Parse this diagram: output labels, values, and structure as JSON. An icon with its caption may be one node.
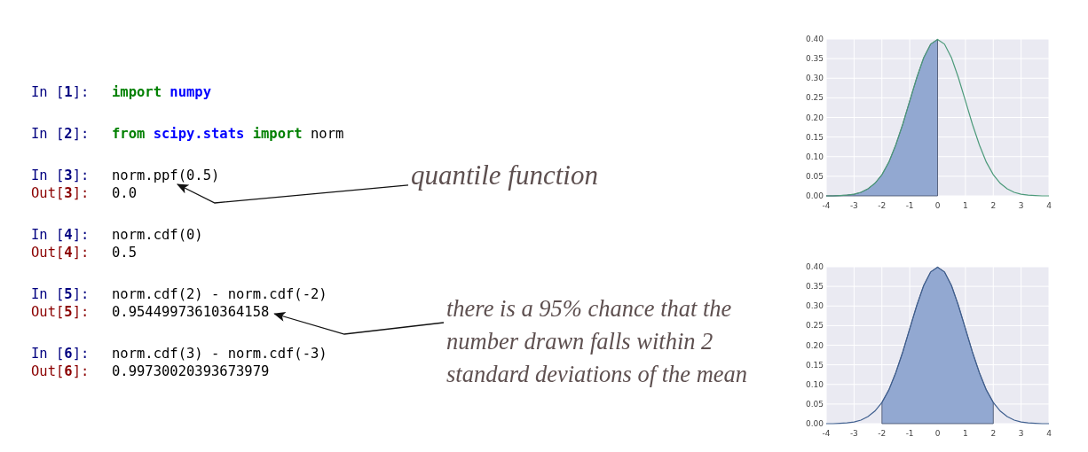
{
  "diagram": {
    "nodes": [
      {
        "text": [
          "quantile function"
        ]
      },
      {
        "text": [
          "there is a 95% chance that the number drawn falls within 2 standard deviations of the mean"
        ]
      },
      {
        "text": [
          "norm.ppf(0.5)"
        ]
      },
      {
        "text": [
          "0.95449973610364158"
        ]
      }
    ],
    "edges": [
      {
        "from": 0,
        "to": 2,
        "arrow": "to"
      },
      {
        "from": 1,
        "to": 3,
        "arrow": "to"
      }
    ],
    "labels": [
      "In [**1**]:",
      "import numpy",
      "In [**2**]:",
      "from scipy.stats import norm",
      "In [**3**]:",
      "Out[**3**]:",
      "0.0",
      "In [**4**]:",
      "norm.cdf(0)",
      "Out[**4**]:",
      "0.5",
      "In [**5**]:",
      "norm.cdf(2) - norm.cdf(-2)",
      "Out[**5**]:",
      "In [**6**]:",
      "norm.cdf(3) - norm.cdf(-3)",
      "Out[**6**]:",
      "0.99730020393673979"
    ],
    "chart_data": [
      {
        "type": "line",
        "x": [
          -4,
          -3.75,
          -3.5,
          -3.25,
          -3,
          -2.75,
          -2.5,
          -2.25,
          -2,
          -1.75,
          -1.5,
          -1.25,
          -1,
          -0.75,
          -0.5,
          -0.25,
          0,
          0.25,
          0.5,
          0.75,
          1,
          1.25,
          1.5,
          1.75,
          2,
          2.25,
          2.5,
          2.75,
          3,
          3.25,
          3.5,
          3.75,
          4
        ],
        "series": [
          {
            "type": "area",
            "color": "#92a8d1",
            "values": [
              0,
              0,
              0.001,
              0.002,
              0.004,
              0.009,
              0.018,
              0.032,
              0.054,
              0.086,
              0.13,
              0.183,
              0.242,
              0.301,
              0.352,
              0.387,
              0.399,
              null,
              null,
              null,
              null,
              null,
              null,
              null,
              null,
              null,
              null,
              null,
              null,
              null,
              null,
              null,
              null
            ]
          },
          {
            "type": "line",
            "color": "#4c9a7a",
            "values": [
              0,
              0,
              0.001,
              0.002,
              0.004,
              0.009,
              0.018,
              0.032,
              0.054,
              0.086,
              0.13,
              0.183,
              0.242,
              0.301,
              0.352,
              0.387,
              0.399,
              0.387,
              0.352,
              0.301,
              0.242,
              0.183,
              0.13,
              0.086,
              0.054,
              0.032,
              0.018,
              0.009,
              0.004,
              0.002,
              0.001,
              0,
              0
            ]
          }
        ],
        "xlim": [
          -4,
          4
        ],
        "ylim": [
          0,
          0.4
        ],
        "grid": true,
        "xticks": [
          -4,
          -3,
          -2,
          -1,
          0,
          1,
          2,
          3,
          4
        ],
        "yticks": [
          {
            "value": 0,
            "label": "0.00"
          },
          {
            "value": 0.05,
            "label": "0.05"
          },
          {
            "value": 0.1,
            "label": "0.10"
          },
          {
            "value": 0.15,
            "label": "0.15"
          },
          {
            "value": 0.2,
            "label": "0.20"
          },
          {
            "value": 0.25,
            "label": "0.25"
          },
          {
            "value": 0.3,
            "label": "0.30"
          },
          {
            "value": 0.35,
            "label": "0.35"
          },
          {
            "value": 0.4,
            "label": "0.40"
          }
        ]
      },
      {
        "type": "line",
        "x": [
          -4,
          -3.75,
          -3.5,
          -3.25,
          -3,
          -2.75,
          -2.5,
          -2.25,
          -2,
          -1.75,
          -1.5,
          -1.25,
          -1,
          -0.75,
          -0.5,
          -0.25,
          0,
          0.25,
          0.5,
          0.75,
          1,
          1.25,
          1.5,
          1.75,
          2,
          2.25,
          2.5,
          2.75,
          3,
          3.25,
          3.5,
          3.75,
          4
        ],
        "series": [
          {
            "type": "area",
            "color": "#92a8d1",
            "values": [
              null,
              null,
              null,
              null,
              null,
              null,
              null,
              null,
              0.054,
              0.086,
              0.13,
              0.183,
              0.242,
              0.301,
              0.352,
              0.387,
              0.399,
              0.387,
              0.352,
              0.301,
              0.242,
              0.183,
              0.13,
              0.086,
              0.054,
              null,
              null,
              null,
              null,
              null,
              null,
              null,
              null
            ]
          },
          {
            "type": "line",
            "color": "#3f5f8f",
            "values": [
              0,
              0,
              0.001,
              0.002,
              0.004,
              0.009,
              0.018,
              0.032,
              0.054,
              0.086,
              0.13,
              0.183,
              0.242,
              0.301,
              0.352,
              0.387,
              0.399,
              0.387,
              0.352,
              0.301,
              0.242,
              0.183,
              0.13,
              0.086,
              0.054,
              0.032,
              0.018,
              0.009,
              0.004,
              0.002,
              0.001,
              0,
              0
            ]
          }
        ],
        "xlim": [
          -4,
          4
        ],
        "ylim": [
          0,
          0.4
        ],
        "grid": true,
        "xticks": [
          -4,
          -3,
          -2,
          -1,
          0,
          1,
          2,
          3,
          4
        ],
        "yticks": [
          {
            "value": 0,
            "label": "0.00"
          },
          {
            "value": 0.05,
            "label": "0.05"
          },
          {
            "value": 0.1,
            "label": "0.10"
          },
          {
            "value": 0.15,
            "label": "0.15"
          },
          {
            "value": 0.2,
            "label": "0.20"
          },
          {
            "value": 0.25,
            "label": "0.25"
          },
          {
            "value": 0.3,
            "label": "0.30"
          },
          {
            "value": 0.35,
            "label": "0.35"
          },
          {
            "value": 0.4,
            "label": "0.40"
          }
        ]
      }
    ]
  }
}
